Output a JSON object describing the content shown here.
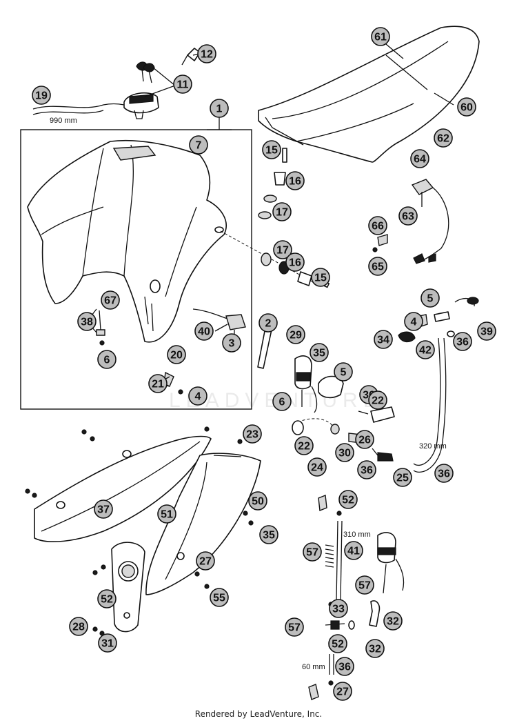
{
  "diagram": {
    "dimensions": {
      "hose_19": "990 mm",
      "hose_37": "320 mm",
      "hose_27_long": "310 mm",
      "hose_27_short": "60 mm"
    },
    "watermark": "LEADVENTURE",
    "footer": "Rendered by LeadVenture, Inc.",
    "callouts": [
      "61",
      "12",
      "11",
      "19",
      "1",
      "60",
      "7",
      "62",
      "15",
      "16",
      "64",
      "17",
      "63",
      "66",
      "17",
      "16",
      "15",
      "65",
      "67",
      "5",
      "38",
      "4",
      "6",
      "39",
      "40",
      "3",
      "2",
      "29",
      "34",
      "42",
      "36",
      "35",
      "20",
      "5",
      "21",
      "4",
      "6",
      "36",
      "22",
      "23",
      "22",
      "30",
      "24",
      "26",
      "36",
      "25",
      "36",
      "37",
      "51",
      "50",
      "52",
      "35",
      "57",
      "41",
      "27",
      "52",
      "55",
      "57",
      "33",
      "32",
      "28",
      "57",
      "31",
      "52",
      "32",
      "36",
      "27",
      "35"
    ]
  }
}
